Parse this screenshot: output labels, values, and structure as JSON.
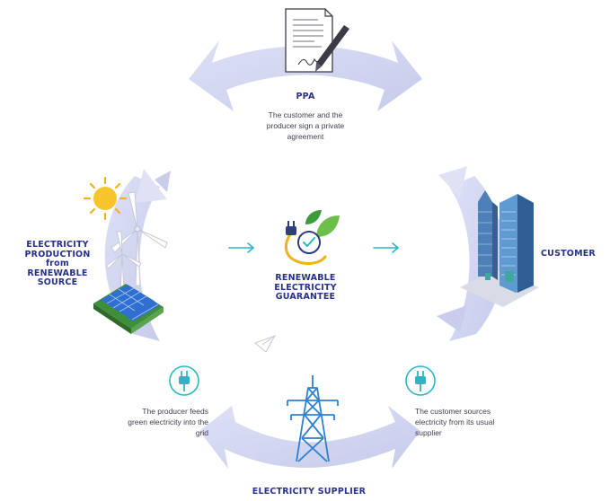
{
  "ppa": {
    "title": "PPA",
    "description": "The  customer and the\nproducer sign a private\nagreement"
  },
  "production": {
    "title": "ELECTRICITY\nPRODUCTION\nfrom\nRENEWABLE\nSOURCE"
  },
  "guarantee": {
    "title": "RENEWABLE\nELECTRICITY\nGUARANTEE"
  },
  "customer": {
    "title": "CUSTOMER"
  },
  "supplier": {
    "title": "ELECTRICITY SUPPLIER"
  },
  "producer_feeds": {
    "text": "The producer feeds\ngreen electricity into the\ngrid"
  },
  "customer_sources": {
    "text": "The customer sources\nelectricity from its usual\nsupplier"
  },
  "colors": {
    "navy": "#27308a",
    "lavender": "#cdd2ee",
    "teal": "#2bb6c4",
    "green": "#4caf50"
  },
  "icons": [
    "document-signature-icon",
    "pen-icon",
    "sun-icon",
    "wind-turbine-icon",
    "solar-panel-icon",
    "plug-leaf-icon",
    "office-buildings-icon",
    "power-pylon-icon",
    "plug-circle-icon",
    "paper-plane-icon",
    "arrow-right-icon"
  ]
}
